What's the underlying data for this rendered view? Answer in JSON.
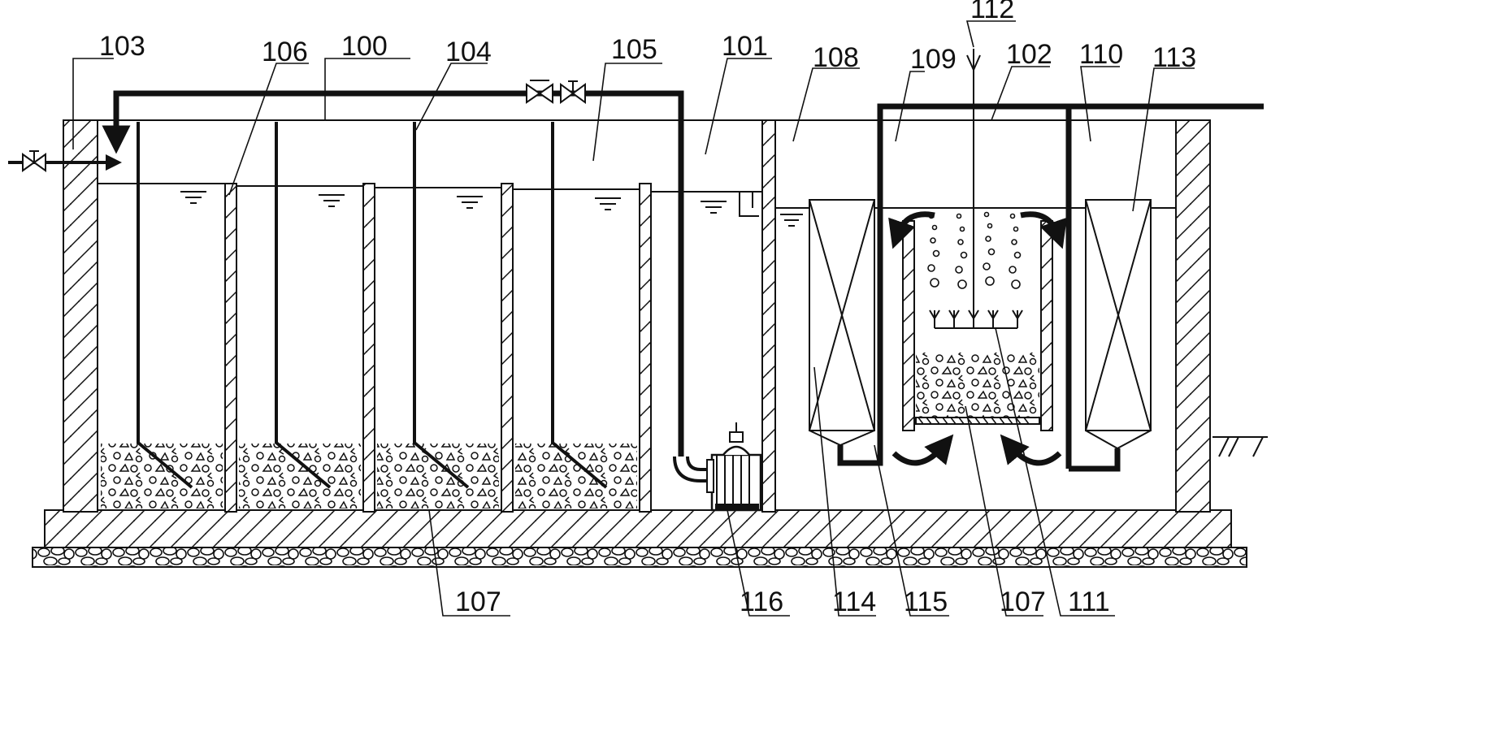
{
  "diagram": {
    "labels": {
      "l100": "100",
      "l101": "101",
      "l102": "102",
      "l103": "103",
      "l104": "104",
      "l105": "105",
      "l106": "106",
      "l107a": "107",
      "l107b": "107",
      "l108": "108",
      "l109": "109",
      "l110": "110",
      "l111": "111",
      "l112": "112",
      "l113": "113",
      "l114": "114",
      "l115": "115",
      "l116": "116"
    },
    "colors": {
      "ink": "#111111",
      "paper": "#ffffff"
    }
  }
}
